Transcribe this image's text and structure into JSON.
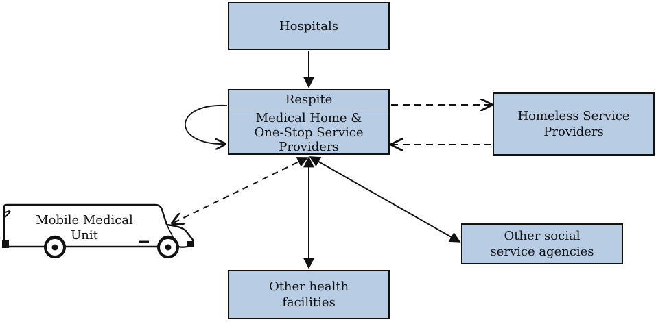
{
  "boxes": {
    "hospitals": "Hospitals",
    "center_top": "Respite",
    "center_lines": [
      "Medical Home &",
      "One-Stop Service",
      "Providers"
    ],
    "homeless_lines": [
      "Homeless Service",
      "Providers"
    ],
    "social_lines": [
      "Other social",
      "service agencies"
    ],
    "health_lines": [
      "Other health",
      "facilities"
    ],
    "mobile_lines": [
      "Mobile Medical",
      "Unit"
    ]
  },
  "colors": {
    "box_fill": "#b8cce4",
    "stroke": "#111111"
  },
  "icons": {
    "mobile_unit": "van-icon"
  }
}
